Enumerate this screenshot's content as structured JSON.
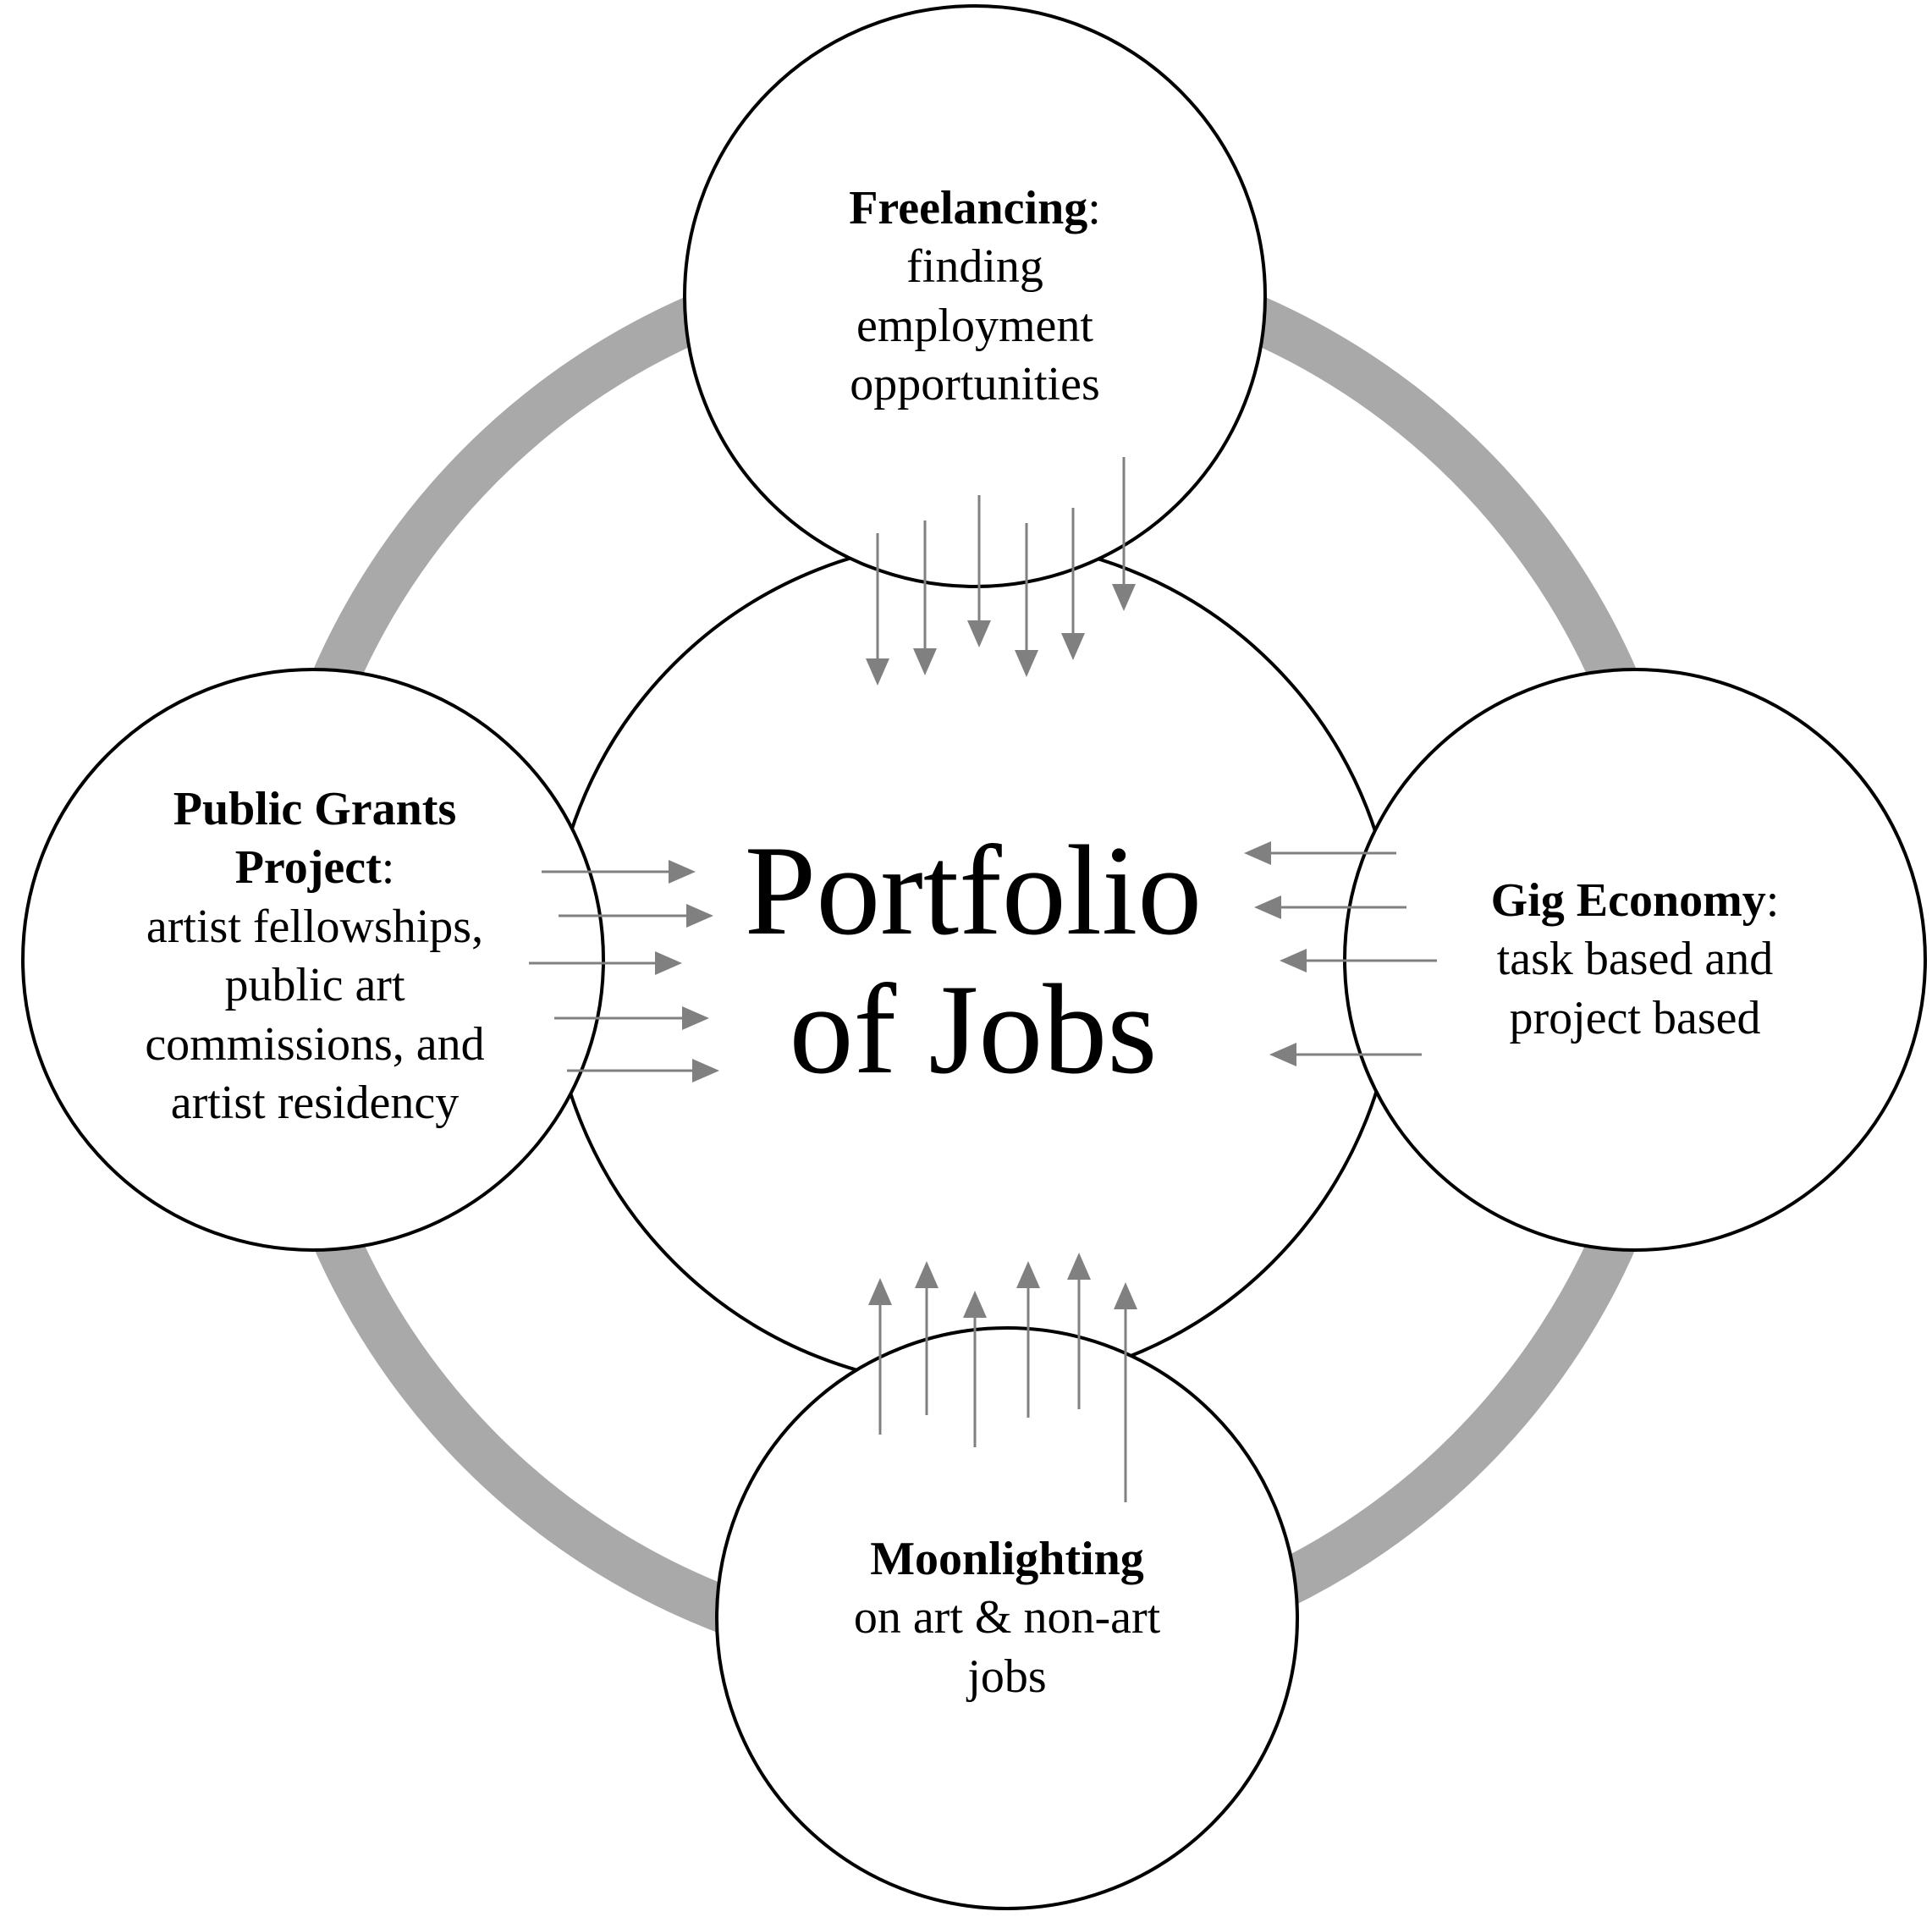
{
  "colors": {
    "ring": "#a9a9a9",
    "circle_stroke": "#000000",
    "circle_fill": "#ffffff",
    "arrow": "#808080",
    "text": "#000000"
  },
  "center": {
    "line1": "Portfolio",
    "line2": "of Jobs"
  },
  "nodes": {
    "top": {
      "title": "Freelancing",
      "colon": ":",
      "lines": [
        "finding",
        "employment",
        "opportunities"
      ]
    },
    "right": {
      "title": "Gig Economy",
      "colon": ":",
      "lines": [
        "task based and",
        "project based"
      ]
    },
    "bottom": {
      "title": "Moonlighting",
      "colon": "",
      "lines": [
        "on art & non-art",
        "jobs"
      ]
    },
    "left": {
      "title_line1": "Public Grants",
      "title_line2": "Project",
      "colon": ":",
      "lines": [
        "artist fellowships,",
        "public art",
        "commissions, and",
        "artist residency"
      ]
    }
  }
}
